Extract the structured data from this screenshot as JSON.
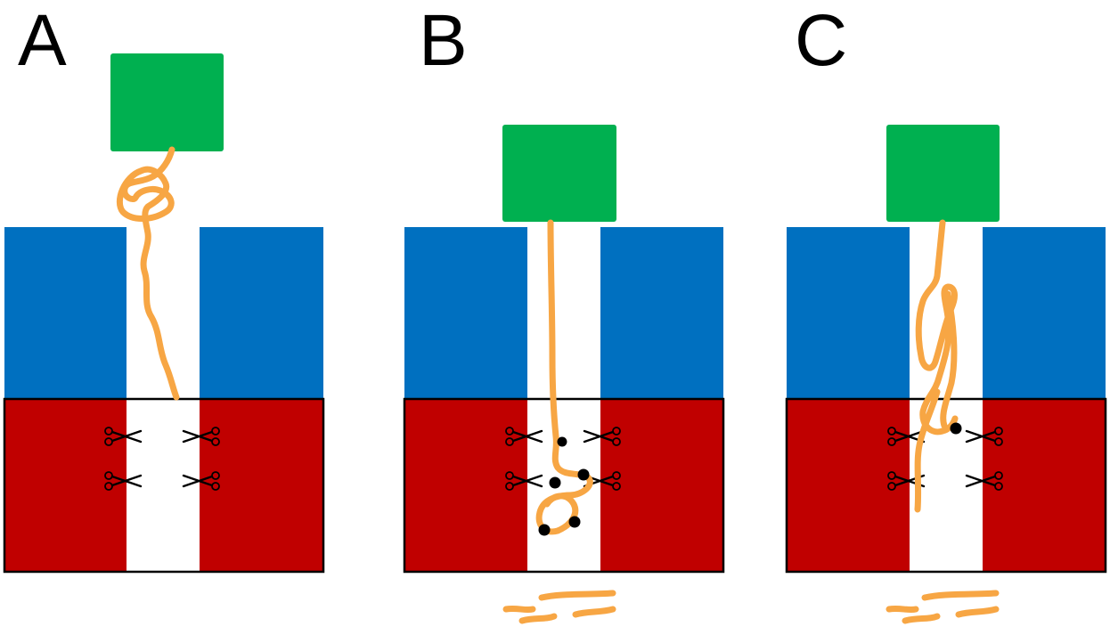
{
  "colors": {
    "green_box": "#00b050",
    "blue_block": "#0070c0",
    "red_block": "#c00000",
    "channel": "#ffffff",
    "strand": "#f7a644",
    "dot": "#000000",
    "outline": "#000000"
  },
  "panels": [
    {
      "label": "A",
      "has_fragments": false,
      "cut_dots": 0
    },
    {
      "label": "B",
      "has_fragments": true,
      "cut_dots": 5
    },
    {
      "label": "C",
      "has_fragments": true,
      "cut_dots": 1
    }
  ],
  "icons": {
    "top_box": "green-square",
    "upper_block": "blue-block",
    "lower_block": "red-block",
    "cutter": "scissors-icon",
    "cut_site": "black-dot",
    "fragments": "orange-fragments"
  }
}
